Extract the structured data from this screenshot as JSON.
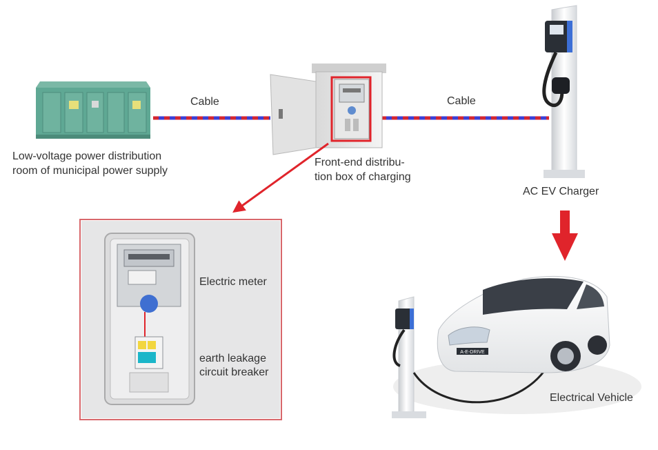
{
  "labels": {
    "cable_left": "Cable",
    "cable_right": "Cable",
    "substation_line1": "Low-voltage power distribution",
    "substation_line2": "room of municipal power supply",
    "distbox_line1": "Front-end distribu-",
    "distbox_line2": "tion box of charging",
    "charger": "AC EV Charger",
    "meter": "Electric meter",
    "breaker_line1": "earth leakage",
    "breaker_line2": "circuit breaker",
    "vehicle": "Electrical Vehicle"
  },
  "charger_screen_text": "A-E-DRIVE",
  "colors": {
    "cable_red": "#d32630",
    "cable_blue": "#3b3fd6",
    "arrow_red": "#e0242b",
    "inset_border": "#d8676b",
    "substation_green": "#5fa894",
    "text": "#333333"
  }
}
